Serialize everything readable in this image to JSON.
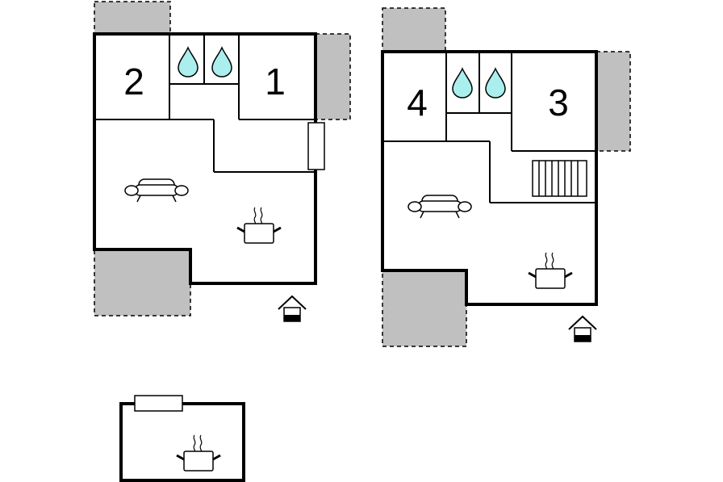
{
  "floor_plan": {
    "units": [
      {
        "room_labels": [
          "2",
          "1"
        ],
        "bathroom_icons": [
          "water-drop-icon",
          "water-drop-icon"
        ],
        "living_icons": [
          "sofa-icon",
          "cooking-pot-icon"
        ],
        "entrance_icon": "house-entrance-icon"
      },
      {
        "room_labels": [
          "4",
          "3"
        ],
        "bathroom_icons": [
          "water-drop-icon",
          "water-drop-icon"
        ],
        "living_icons": [
          "sofa-icon",
          "stairs-icon",
          "cooking-pot-icon"
        ],
        "entrance_icon": "house-entrance-icon"
      },
      {
        "room_labels": [],
        "living_icons": [
          "cooking-pot-icon"
        ]
      }
    ],
    "colors": {
      "wall": "#000000",
      "terrace": "#c0c0c0",
      "water": "#aaeeee"
    }
  }
}
